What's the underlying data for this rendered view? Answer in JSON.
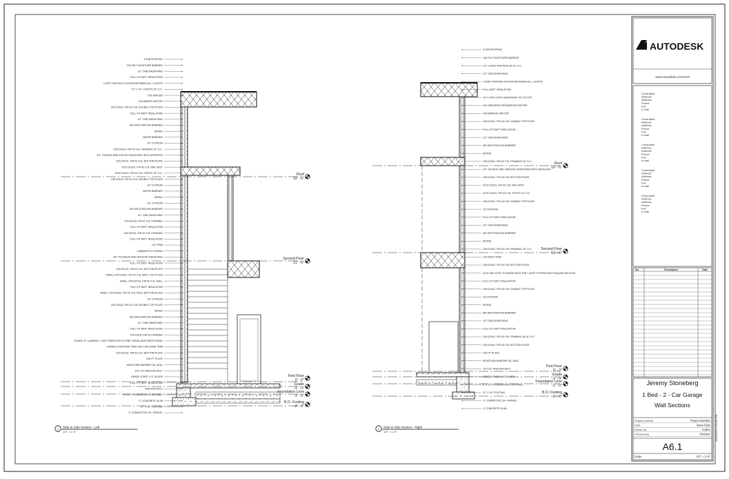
{
  "left_notes": [
    "3-TAB ROOFING",
    "15# FELT MOISTURE BARRIER",
    "1/2\" OSB SHEATHING",
    "FULL-FIT BATT INSULATION",
    "I-JOIST VENTING SYSTEM BETWEEN ALL I-JOISTS",
    "2-3\" x 14\" I-JOISTS 16\" O.C.",
    "2X6 SPACER",
    "2X6 BARGE RAFTER",
    "2X6 DOUG. FIR #2 O.B. DOUBLE TOP PLATE",
    "FULL-FIT BATT INSULATION",
    "1/2\" OSB SHEATHING",
    "AIR INFILTRATION BARRIER",
    "SIDING",
    "VAPOR BARRIER",
    "1/2\" GYPSUM",
    "2X6 DOUG. FIR #2 O.B. FRAMING 16\" O.C.",
    "3/4\" TOUNGE AND ROOVE SHEATHING WITH ADHESIVE",
    "2X6 DOUG. FIR #2 O.B. BOTTOM PLATE",
    "2X10 DOUG. FIR #2 O.B. RIM JOIST",
    "2X10 DOUG. FIR #2 O.B. JOISTS 16\" O.C.",
    "2X6 DOUG. FIR #2 O.B. DOUBLE TOP PLATE",
    "1/2\" GYPSUM",
    "VAPOR BARRIER",
    "SIDING",
    "1/2\" GYPSUM",
    "AIR INFILTRATION BARRIER",
    "1/2\" OSB SHEATHING",
    "2X6 DOUG FIR #2 O.B. FRAMING",
    "FULL-FIT BATT INSULATION",
    "2X6 DOUG. FIR #2 O.B. FRAMING",
    "FULL-FIT BATT INSULATION",
    "1X3 TRIM",
    "LAMINATE FLOORING",
    "3/4\" TOUNGUE AND GROOVE SHEATHING",
    "FULL-FIT BATT INSULATION",
    "2X6 DOUG. FIR #2 O.B. BOTTOM PLATE",
    "SMALL 2X4 DOUG. FIR #2 O.B. WALL TOP PLATE",
    "SMALL 2X6 DOUG. FIR #2 O.B. WALL",
    "FULL-FIT BATT INSULATION",
    "SMALL 2X4 DOUG. FIR #2 O.B. WALL BOTTOM PLATE",
    "1/2\" GYPSUM",
    "2X6 DOUG. FIR #2 O.B. DOUBLE TOP PLATE",
    "SIDING",
    "AIR INFILTRATION BARRIER",
    "1/2\" OSB SHEATHING",
    "FULL-FIT BATT INSULATION",
    "2X6 DOUG FIR #2 FRAMING",
    "STAIRS 11\" LANDING 7 3/32\" RISER WITH A PINE TREAD AND RISER FINISH",
    "FURING STRIP AND TRIM CAP FOR STAIR TRIM",
    "2X6 DOUG. FIR #2 O.B. BOTTOM PLATE",
    "2X6 PT PLATE",
    "MOISTURE BARRIER SIL SEAL",
    "1/2\"x 12\" ANCHOR BOLT",
    "GRADE START 1\"/1' SLOPE",
    "FULL-FIT BATT INSULATION",
    "ANCHOR BOLT",
    "8\"X12\" FOUNDATION STEM WALL",
    "4\" CONCRETE SLAB",
    "12\" X 24\" FOOTING",
    "4\" COMPACTED 3/4- GRAVEL"
  ],
  "right_notes": [
    "3-TAB ROOFING",
    "15# FELT MOISTURE BARRIER",
    "2-3\" I-JOIST RAFTERS @ 16\" O.C.",
    "1/2\" OSB SHEATHING",
    "I-JOIST VENTING SYSTEM BETWEEN ALL I-JOISTS",
    "FULL-BATT INSULATION",
    "14\" I-JOIST WITH SHEATHING TO ITS TOP",
    "2X4 SPACERS FOR BARDGE RAFTER",
    "2X6 BARDGE RAFTER",
    "2X6 DOUG. FIR #2 O.B. DOUBLE TOP PLATE",
    "FULL-FIT BATT INSULATION",
    "1/2\" OSB SHEATHING",
    "AIR INFILTRATION BARRIER",
    "SIDING",
    "2X6 DOUG. FIR #2 O.B. FRAMING 16\" O.C.",
    "3/4\" TOUNGE AND GROOVE SHEATHING WITH ADHESIVE",
    "2X6 DOUG. FIR #2 O.B. BOTTOM PLATE",
    "2X10 DOUG. FIR #2 O.B. RIM JOIST",
    "2X10 DOUG. FIR #2 O.B. JOISTS 16\" O.C.",
    "2X6 DOUG. FIR #2 O.B. DOUBLE TOP PLATE",
    "1/2 GYPSUM",
    "FULL-FIT BATT INSULATION",
    "1/2\" OSB SHEATHING",
    "AIR INFILTRATION BARRIER",
    "SIDING",
    "2X6 DOUG. FIR #2 O.B. FRAMING 16\" O.C.",
    "1X3 BASE TRIM",
    "2X6 DOUG. FIR #2 O.B. BOTTOM PLATE",
    "2X10 RIM JOIST TO WORK WITH THE I-JOIST SYSTEM WITH SQUASH BLOCKS",
    "FULL-FIT BATT INSULATION",
    "2X6 DOUG. FIR #2 O.B. DOUBLE TOP PLATE",
    "1/2 GYPSUM",
    "SIDING",
    "AIR INFILTRATION BARRIER",
    "1/2\" OSB SHEATHING",
    "FULL-FIT BATT INSULATION",
    "2X6 DOUG. FIR #2 O.B. FRAMING @ 16\" O.C.",
    "2X6 DOUG. FIR #2 O.B. BOTTOM PLATE",
    "2X6 PT PLATE",
    "MOISTURE BARRIER SIL SEAL",
    "1/2\"X12\" ANCHOR BOLT",
    "GRADE START 1\"/1' SLOPE",
    "8\" X 12\" FOUNDATION STEM WALL",
    "12\" X 24\" FOOTING",
    "4\" COMPACTED 3/4- GRAVEL",
    "4\" CONCRETE SLAB"
  ],
  "levels": {
    "roof": {
      "name": "Roof",
      "elev": "19' - 6\""
    },
    "second": {
      "name": "Second Floor",
      "elev": "11' - 6\""
    },
    "first": {
      "name": "First Floor",
      "elev": "0' - 0\""
    },
    "grade": {
      "name": "Grade",
      "elev": "-1' - 0\""
    },
    "foundation": {
      "name": "Foundation Leve",
      "elev": "-1' - 0\""
    },
    "footing": {
      "name": "B.O. Footing",
      "elev": "-2' - 0\""
    }
  },
  "views": {
    "left": {
      "num": "1",
      "title": "Side to Side Section - Left",
      "scale": "1/2\" = 1'-0\""
    },
    "right": {
      "num": "2",
      "title": "Side to Side Section - Right",
      "scale": "1/2\" = 1'-0\""
    }
  },
  "titleblock": {
    "logo": "AUTODESK",
    "url": "www.autodesk.com/revit",
    "consultants": [
      [
        "Consultant",
        "Address",
        "Address",
        "Phone",
        "Fax",
        "e-mail"
      ],
      [
        "Consultant",
        "Address",
        "Address",
        "Phone",
        "Fax",
        "e-mail"
      ],
      [
        "Consultant",
        "Address",
        "Address",
        "Phone",
        "Fax",
        "e-mail"
      ],
      [
        "Consultant",
        "Address",
        "Address",
        "Phone",
        "Fax",
        "e-mail"
      ],
      [
        "Consultant",
        "Address",
        "Address",
        "Phone",
        "Fax",
        "e-mail"
      ]
    ],
    "rev_headers": {
      "no": "No.",
      "desc": "Description",
      "date": "Date"
    },
    "author": "Jeremy Stoneberg",
    "project": "1 Bed - 2 - Car Garage",
    "sheet_name": "Wall Sections",
    "info": [
      {
        "label": "Project number",
        "value": "Project Number"
      },
      {
        "label": "Date",
        "value": "Issue Date"
      },
      {
        "label": "Drawn by",
        "value": "Author"
      },
      {
        "label": "Checked by",
        "value": "Checker"
      }
    ],
    "sheet_number": "A6.1",
    "scale_label": "Scale",
    "scale_value": "1/2\" = 1'-0\"",
    "timestamp": "12/6/2023 5:28:43 PM"
  }
}
